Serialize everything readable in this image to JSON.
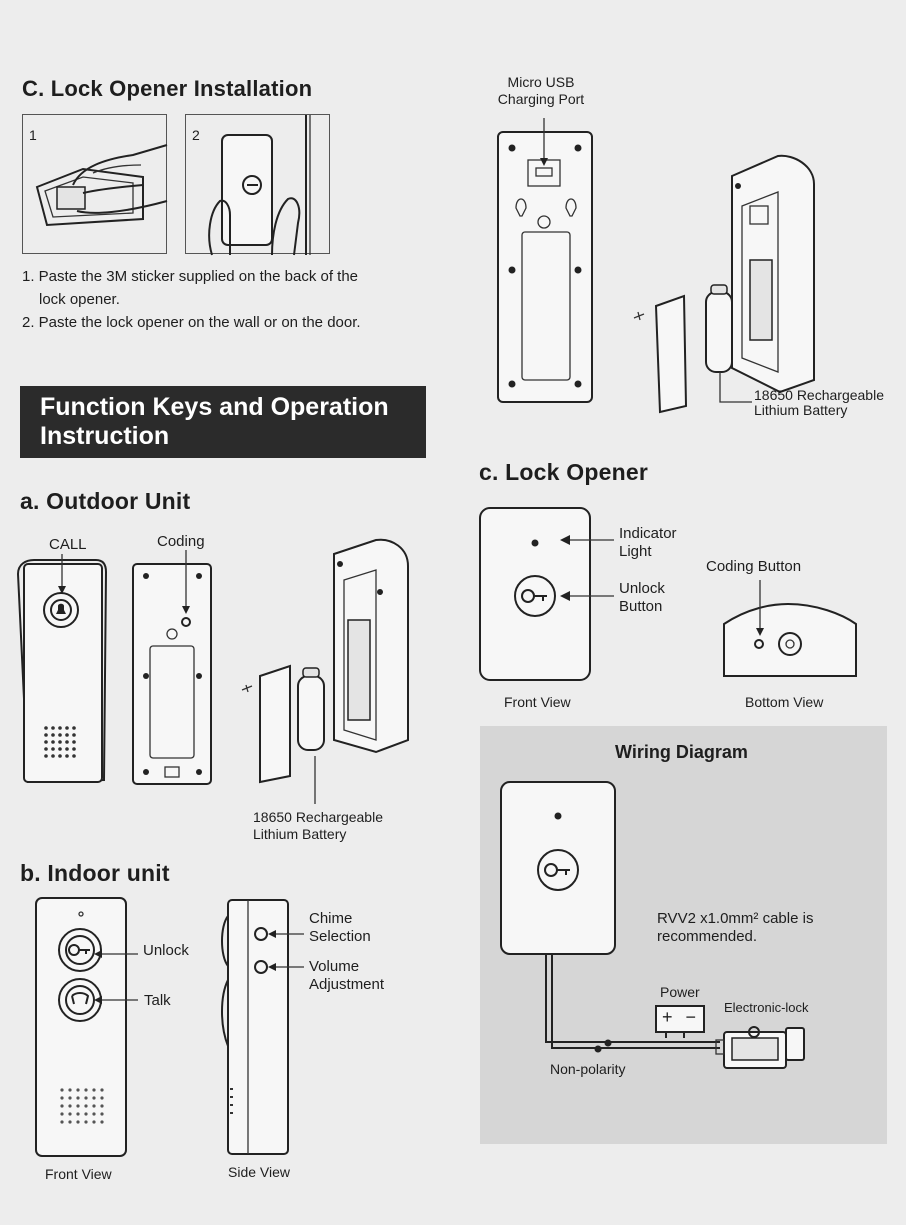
{
  "lock_install": {
    "title": "C. Lock Opener Installation",
    "step_numbers": [
      "1",
      "2"
    ],
    "steps": [
      "1. Paste the 3M sticker supplied on the back of the",
      "lock opener.",
      "2. Paste the lock opener on the wall or on the door."
    ]
  },
  "banner": {
    "line1": "Function Keys and Operation",
    "line2": "Instruction"
  },
  "outdoor": {
    "title": "a. Outdoor Unit",
    "call_label": "CALL",
    "coding_label": "Coding",
    "battery_line1": "18650 Rechargeable",
    "battery_line2": "Lithium Battery"
  },
  "indoor": {
    "title": "b. Indoor unit",
    "unlock_label": "Unlock",
    "talk_label": "Talk",
    "chime_line1": "Chime",
    "chime_line2": "Selection",
    "volume_line1": "Volume",
    "volume_line2": "Adjustment",
    "front_view": "Front View",
    "side_view": "Side View"
  },
  "charging": {
    "usb_line1": "Micro USB",
    "usb_line2": "Charging Port",
    "battery_line1": "18650 Rechargeable",
    "battery_line2": "Lithium Battery"
  },
  "lock_opener": {
    "title": "c. Lock Opener",
    "indicator_line1": "Indicator",
    "indicator_line2": "Light",
    "unlock_line1": "Unlock",
    "unlock_line2": "Button",
    "coding_button": "Coding Button",
    "front_view": "Front View",
    "bottom_view": "Bottom View"
  },
  "wiring": {
    "title": "Wiring Diagram",
    "cable_line1": "RVV2 x1.0mm² cable is",
    "cable_line2": "recommended.",
    "power": "Power",
    "plus_minus": "+ −",
    "electronic_lock": "Electronic-lock",
    "non_polarity": "Non-polarity"
  },
  "colors": {
    "page_bg": "#ededed",
    "banner_bg": "#2b2b2b",
    "wiring_bg": "#d6d6d6",
    "ink": "#1e1e1e"
  }
}
